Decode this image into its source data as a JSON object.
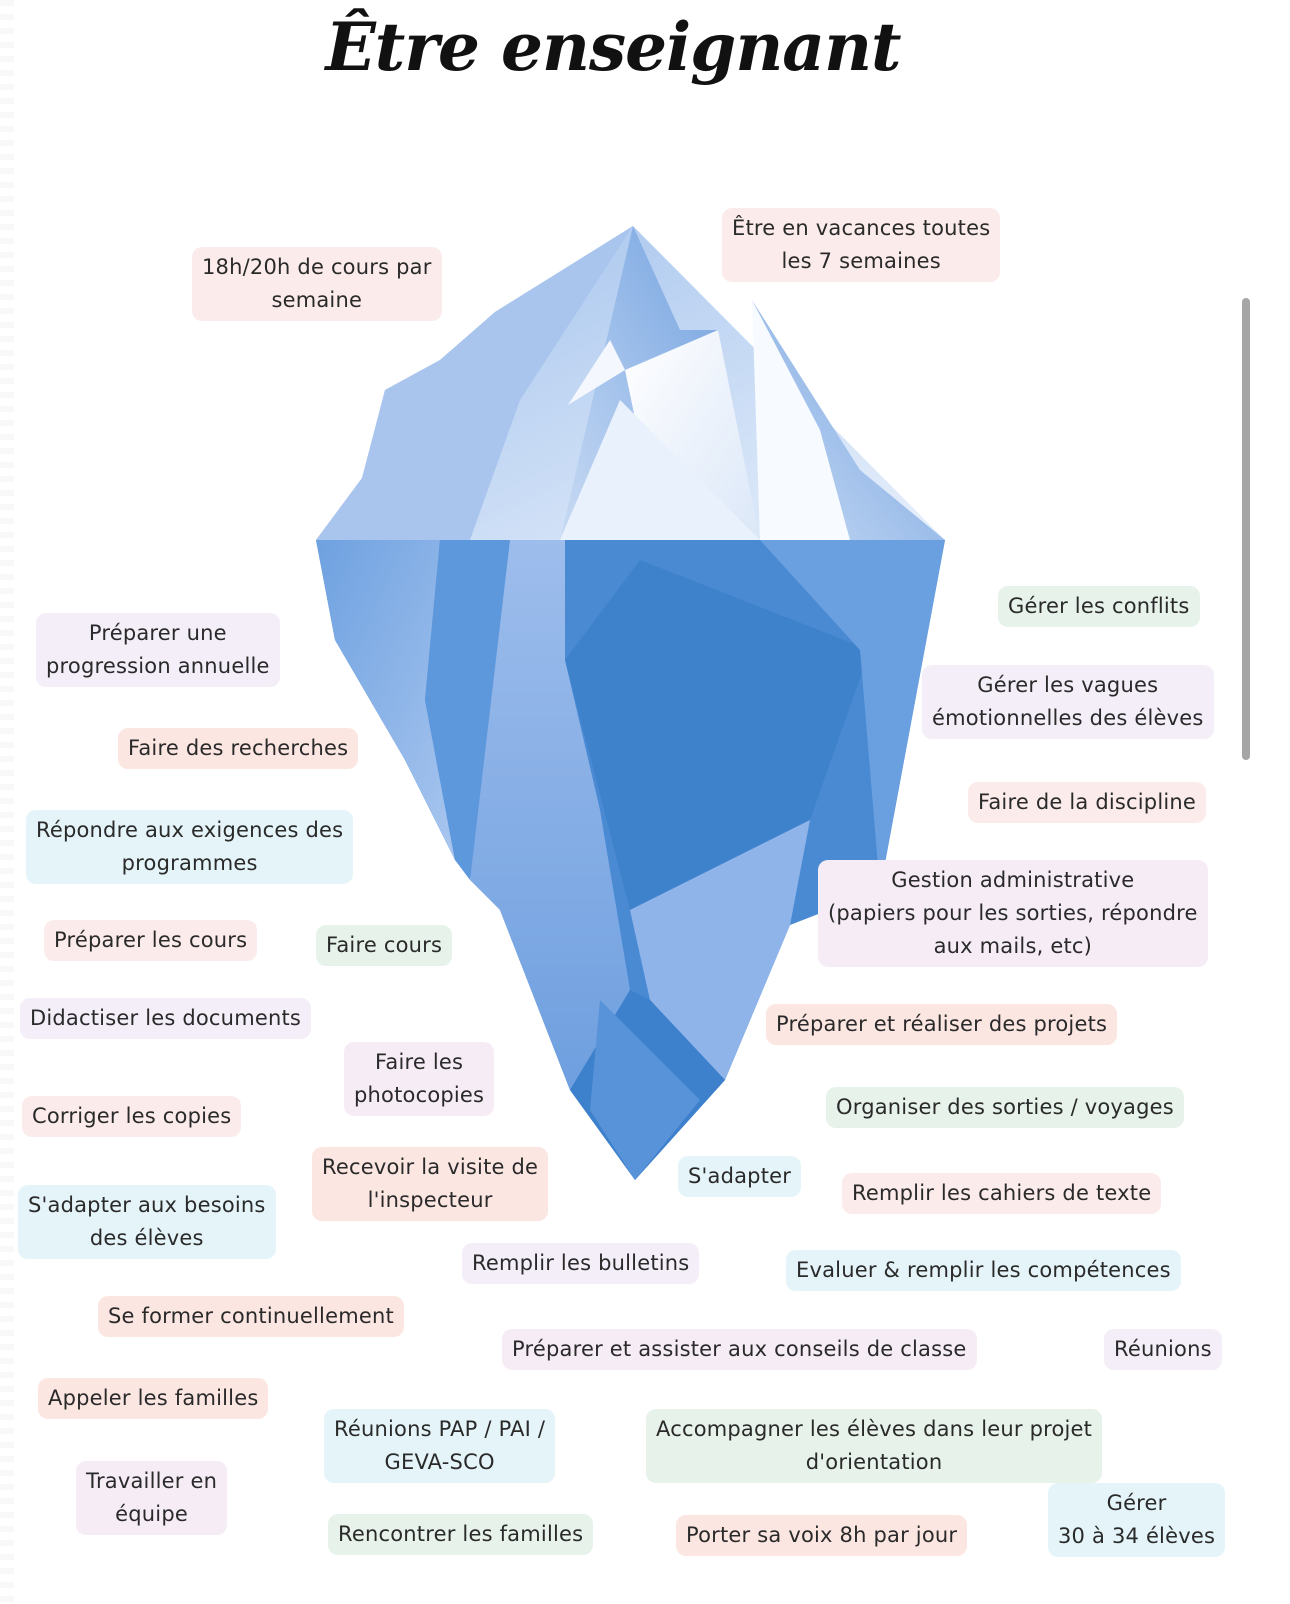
{
  "title": "Être enseignant",
  "colors": {
    "ice_top_light": "#ffffff",
    "ice_top_mid": "#b9d0f0",
    "ice_top_dark": "#7fa8e0",
    "ice_under_light": "#8fb5ea",
    "ice_under_mid": "#5f97db",
    "ice_under_dark": "#3f84cc",
    "tag_pink": "#fbeceb",
    "tag_salmon": "#fbe6e2",
    "tag_green": "#e6f2ea",
    "tag_blue": "#e4f4f8",
    "tag_lilac": "#f6ecf6",
    "tag_lavender": "#f3eef8"
  },
  "above_water": [
    {
      "id": "cours-hebdo",
      "text": "18h/20h de cours par\nsemaine",
      "color": "pink"
    },
    {
      "id": "vacances",
      "text": "Être en vacances toutes\nles 7 semaines",
      "color": "pink"
    }
  ],
  "below_water": {
    "left": [
      {
        "id": "progression",
        "text": "Préparer une\nprogression annuelle",
        "color": "lav"
      },
      {
        "id": "recherches",
        "text": "Faire des recherches",
        "color": "salmon"
      },
      {
        "id": "programmes",
        "text": "Répondre aux exigences des\nprogrammes",
        "color": "blue"
      },
      {
        "id": "preparer-cours",
        "text": "Préparer les cours",
        "color": "pink"
      },
      {
        "id": "faire-cours",
        "text": "Faire cours",
        "color": "green"
      },
      {
        "id": "didactiser",
        "text": "Didactiser les documents",
        "color": "lav"
      },
      {
        "id": "photocopies",
        "text": "Faire les\nphotocopies",
        "color": "lilac"
      },
      {
        "id": "corriger",
        "text": "Corriger les copies",
        "color": "pink"
      },
      {
        "id": "inspecteur",
        "text": "Recevoir la visite de\nl'inspecteur",
        "color": "salmon"
      },
      {
        "id": "besoins",
        "text": "S'adapter aux besoins\ndes élèves",
        "color": "blue"
      },
      {
        "id": "bulletins",
        "text": "Remplir les bulletins",
        "color": "lav"
      },
      {
        "id": "former",
        "text": "Se former continuellement",
        "color": "salmon"
      },
      {
        "id": "appeler",
        "text": "Appeler les familles",
        "color": "salmon"
      },
      {
        "id": "pap",
        "text": "Réunions PAP / PAI /\nGEVA-SCO",
        "color": "blue"
      },
      {
        "id": "equipe",
        "text": "Travailler en\néquipe",
        "color": "lilac"
      },
      {
        "id": "rencontrer",
        "text": "Rencontrer les familles",
        "color": "green"
      }
    ],
    "right": [
      {
        "id": "conflits",
        "text": "Gérer les conflits",
        "color": "green"
      },
      {
        "id": "vagues",
        "text": "Gérer les vagues\némotionnelles des élèves",
        "color": "lav"
      },
      {
        "id": "discipline",
        "text": "Faire de la discipline",
        "color": "pink"
      },
      {
        "id": "administratif",
        "text": "Gestion administrative\n(papiers pour les sorties, répondre\naux mails, etc)",
        "color": "lilac"
      },
      {
        "id": "projets",
        "text": "Préparer et réaliser des projets",
        "color": "salmon"
      },
      {
        "id": "sorties",
        "text": "Organiser des sorties / voyages",
        "color": "green"
      },
      {
        "id": "sadapter",
        "text": "S'adapter",
        "color": "blue"
      },
      {
        "id": "cahiers",
        "text": "Remplir les cahiers de texte",
        "color": "pink"
      },
      {
        "id": "competences",
        "text": "Evaluer & remplir les compétences",
        "color": "blue"
      },
      {
        "id": "conseils",
        "text": "Préparer et assister aux conseils de classe",
        "color": "lilac"
      },
      {
        "id": "reunions",
        "text": "Réunions",
        "color": "lav"
      },
      {
        "id": "orientation",
        "text": "Accompagner les élèves dans leur projet\nd'orientation",
        "color": "green"
      },
      {
        "id": "voix",
        "text": "Porter sa voix 8h par jour",
        "color": "salmon"
      },
      {
        "id": "eleves",
        "text": "Gérer\n30 à 34 élèves",
        "color": "blue"
      }
    ]
  },
  "labels": {
    "cours_hebdo_1": "18h/20h de cours par",
    "cours_hebdo_2": "semaine",
    "vacances_1": "Être en vacances toutes",
    "vacances_2": "les 7 semaines",
    "progression_1": "Préparer une",
    "progression_2": "progression annuelle",
    "recherches": "Faire des recherches",
    "programmes_1": "Répondre aux exigences des",
    "programmes_2": "programmes",
    "preparer_cours": "Préparer les cours",
    "faire_cours": "Faire cours",
    "didactiser": "Didactiser les documents",
    "photocopies_1": "Faire les",
    "photocopies_2": "photocopies",
    "corriger": "Corriger les copies",
    "inspecteur_1": "Recevoir la visite de",
    "inspecteur_2": "l'inspecteur",
    "besoins_1": "S'adapter aux besoins",
    "besoins_2": "des élèves",
    "bulletins": "Remplir les bulletins",
    "former": "Se former continuellement",
    "appeler": "Appeler les familles",
    "pap_1": "Réunions PAP / PAI /",
    "pap_2": "GEVA-SCO",
    "equipe_1": "Travailler en",
    "equipe_2": "équipe",
    "rencontrer": "Rencontrer les familles",
    "conflits": "Gérer les conflits",
    "vagues_1": "Gérer les vagues",
    "vagues_2": "émotionnelles des élèves",
    "discipline": "Faire de la discipline",
    "admin_1": "Gestion administrative",
    "admin_2": "(papiers pour les sorties, répondre",
    "admin_3": "aux mails, etc)",
    "projets": "Préparer et réaliser des projets",
    "sorties": "Organiser des sorties / voyages",
    "sadapter": "S'adapter",
    "cahiers": "Remplir les cahiers de texte",
    "competences": "Evaluer & remplir les compétences",
    "conseils": "Préparer et assister aux conseils de classe",
    "reunions": "Réunions",
    "orientation_1": "Accompagner les élèves dans leur projet",
    "orientation_2": "d'orientation",
    "voix": "Porter sa voix 8h par jour",
    "eleves_1": "Gérer",
    "eleves_2": "30 à 34 élèves"
  }
}
